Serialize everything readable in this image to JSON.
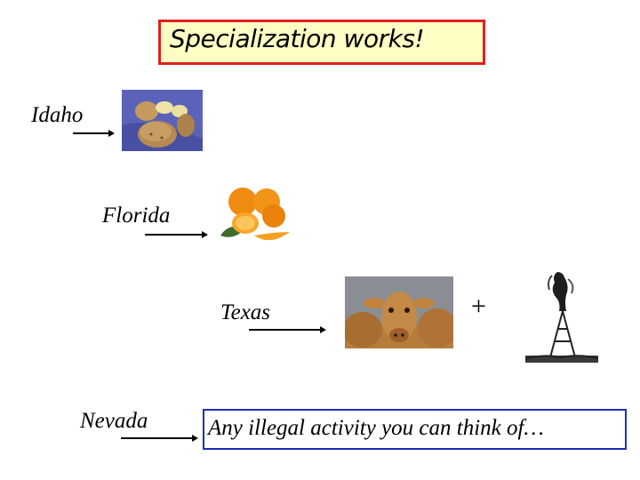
{
  "title": "Specialization works!",
  "states": {
    "idaho": {
      "label": "Idaho",
      "product_icon": "potatoes-photo"
    },
    "florida": {
      "label": "Florida",
      "product_icon": "oranges-photo"
    },
    "texas": {
      "label": "Texas",
      "product_icon": "cow-photo",
      "plus": "+",
      "second_icon": "oil-gusher-photo"
    },
    "nevada": {
      "label": "Nevada",
      "product_text": "Any illegal activity you can think of…"
    }
  },
  "colors": {
    "title_border": "#e0201f",
    "title_fill": "#fefec4",
    "box_border": "#1d2fb8"
  }
}
